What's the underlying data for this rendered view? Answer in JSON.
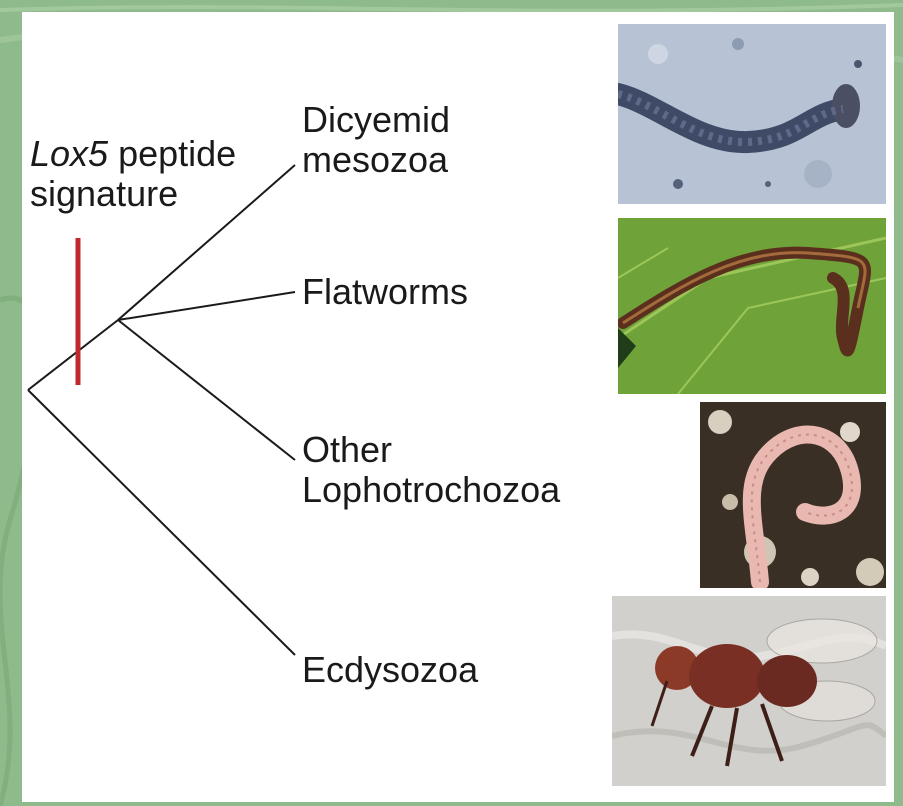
{
  "signature": {
    "gene": "Lox5",
    "rest_line1": " peptide",
    "line2": "signature",
    "marker_color": "#c0282d"
  },
  "taxa": [
    {
      "line1": "Dicyemid",
      "line2": "mesozoa"
    },
    {
      "line1": "Flatworms"
    },
    {
      "line1": "Other",
      "line2": "Lophotrochozoa"
    },
    {
      "line1": "Ecdysozoa"
    }
  ],
  "photos": [
    {
      "subject": "dicyemid"
    },
    {
      "subject": "flatworm"
    },
    {
      "subject": "earthworm"
    },
    {
      "subject": "fly"
    }
  ],
  "colors": {
    "background": "#8fb98c",
    "panel": "#ffffff",
    "tree_line": "#1a1a1a"
  }
}
